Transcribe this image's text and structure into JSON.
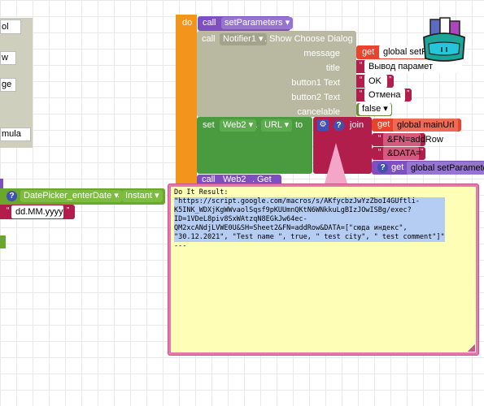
{
  "left_fragments": [
    "ol",
    "w",
    "ge",
    "mula"
  ],
  "datepicker": {
    "event": "DatePicker_enterDate",
    "property": "Instant",
    "pattern": "dd.MM.yyyy"
  },
  "do_label": "do",
  "call_params": {
    "call": "call",
    "name": "setParameters"
  },
  "notifier": {
    "call": "call",
    "component": "Notifier1",
    "method": "Show Choose Dialog",
    "rows": [
      {
        "label": "message",
        "get": "get",
        "value": "global setPar"
      },
      {
        "label": "title",
        "value": "Вывод парамет"
      },
      {
        "label": "button1 Text",
        "value": "OK"
      },
      {
        "label": "button2 Text",
        "value": "Отмена"
      },
      {
        "label": "cancelable",
        "value": "false"
      }
    ]
  },
  "set_block": {
    "set": "set",
    "component": "Web2",
    "property": "URL",
    "to": "to",
    "join": "join",
    "items": [
      {
        "get": "get",
        "value": "global mainUrl"
      },
      {
        "value": "&FN=addRow"
      },
      {
        "value": "&DATA="
      },
      {
        "get": "get",
        "value": "global setParameter"
      }
    ]
  },
  "next_call": {
    "call": "call",
    "component": "Web2",
    "method": "Get"
  },
  "result_popup": {
    "title": "Do It Result:",
    "body_lines": [
      "\"https://script.google.com/macros/s/AKfycbzJwYzZboI4GUftli-",
      "K5INK_WDXjKgWWvaolSqsf9pKUUmnQKtN6WNkkuLgBIzJOwISBg/exec?",
      "ID=1VDeL8piv8SxWAtzqN8EGkJw64ec-",
      "QM2xcANdjLVWE0U&SH=Sheet2&FN=addRow&DATA=[\"сюда индекс\",",
      "\"30.12.2021\", \"Test name \", true, \" test city\", \" test comment\"]\""
    ],
    "footer": "---"
  },
  "icon": "backpack-icon",
  "colors": {
    "procedure": "#f3951c",
    "notifier": "#b9b9a1",
    "web": "#4a9a3f",
    "text": "#b21e4b",
    "variable": "#e8432c",
    "event": "#6aa72d",
    "call": "#7e4fc0",
    "popup_bg": "#fffeb7",
    "popup_border": "#e678ad",
    "selection": "#b5cdf2"
  }
}
